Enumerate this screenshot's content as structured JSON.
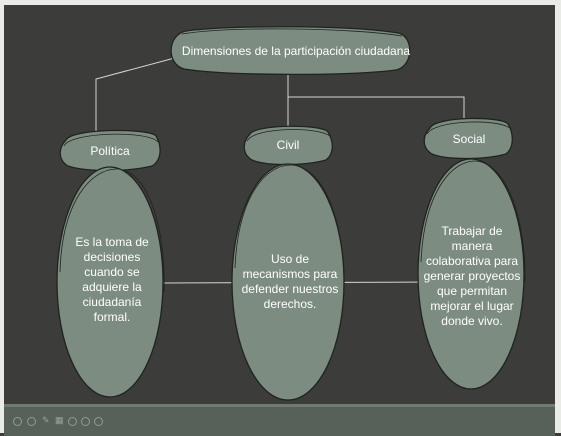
{
  "diagram": {
    "root": {
      "label": "Dimensiones de la participación ciudadana"
    },
    "branches": [
      {
        "title": "Política",
        "description": "Es la toma de decisiones cuando se adquiere la ciudadanía formal."
      },
      {
        "title": "Civil",
        "description": "Uso de mecanismos para defender nuestros derechos."
      },
      {
        "title": "Social",
        "description": "Trabajar de manera colaborativa para generar proyectos que permitan mejorar el lugar donde vivo."
      }
    ]
  },
  "colors": {
    "background": "#3c3c3b",
    "node_fill": "#7d8c81",
    "node_outline": "#1f241f",
    "connector": "#d6d8d2",
    "frame": "#e9ebe6"
  },
  "player_bar": {
    "controls": [
      "previous-icon",
      "next-icon",
      "pen-icon",
      "grid-icon",
      "zoom-in-icon",
      "zoom-out-icon",
      "more-icon"
    ]
  }
}
